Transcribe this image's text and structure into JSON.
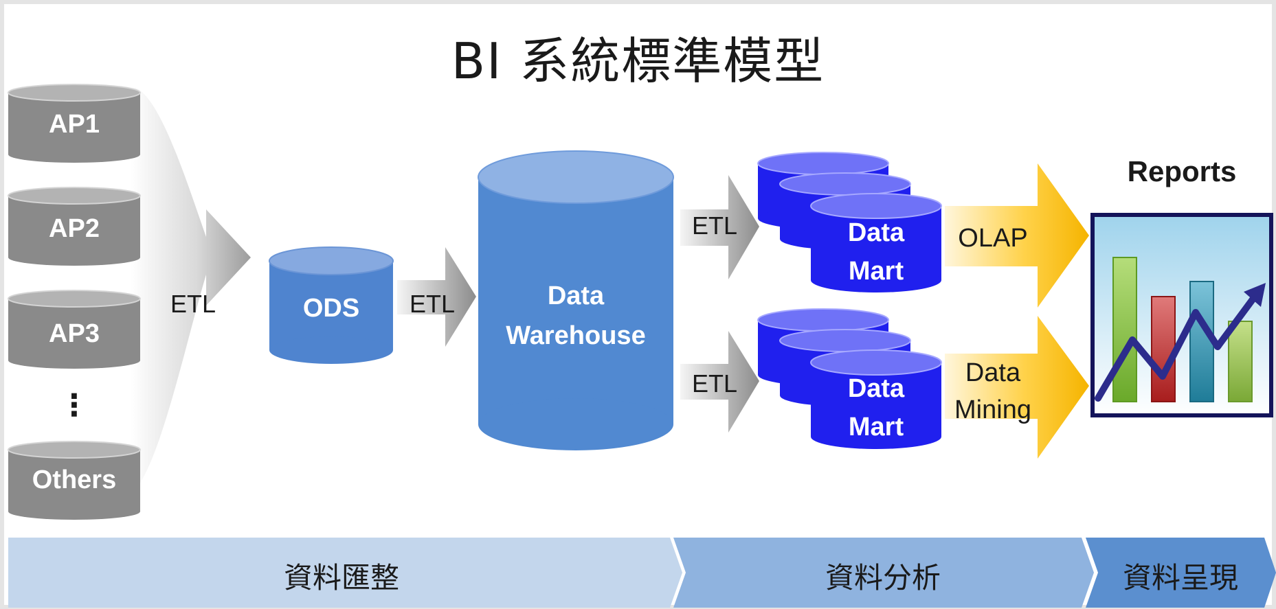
{
  "title": "BI 系統標準模型",
  "sources": [
    "AP1",
    "AP2",
    "AP3",
    "⋮",
    "Others"
  ],
  "ods_label": "ODS",
  "etl_label": "ETL",
  "warehouse": {
    "line1": "Data",
    "line2": "Warehouse"
  },
  "mart": {
    "line1": "Data",
    "line2": "Mart"
  },
  "olap_label": "OLAP",
  "mining": {
    "line1": "Data",
    "line2": "Mining"
  },
  "reports_label": "Reports",
  "phases": [
    "資料匯整",
    "資料分析",
    "資料呈現"
  ],
  "colors": {
    "source_cylinder": "#8a8a8a",
    "ods_cylinder": "#4f84cf",
    "warehouse_cylinder": "#5189d1",
    "mart_cylinder": "#2020ee",
    "report_border": "#14145a",
    "phase_1": "#c3d6ec",
    "phase_2": "#8fb3df",
    "phase_3": "#5b8fcf"
  }
}
